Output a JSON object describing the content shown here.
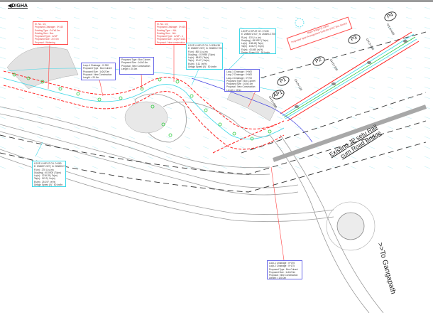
{
  "header": {
    "direction_label": "DIGHA",
    "direction_icon": "arrow-left-icon"
  },
  "structures": [
    {
      "id": "sl1",
      "lines": [
        "Sl. No.: 1/1",
        "Proposed Chainage : 0+140",
        "Existing Type : 2x7x5.0m",
        "Existing Size : Box",
        "Proposed Type : LVUP",
        "Proposed Size : 2x7.0m",
        "Proposal : Widening"
      ]
    },
    {
      "id": "sl2",
      "lines": [
        "Sl. No.: 1/2",
        "Proposed Chainage : 0+440.59",
        "Existing Type : -NA-",
        "Existing Size : -NA-",
        "Proposed Type : LVUP - 4",
        "Proposed Size : 1x(20+1x22.766)",
        "Proposal : New construction"
      ]
    }
  ],
  "culverts": [
    {
      "id": "c1",
      "lines": [
        "Loop-4 Chainage : 0+300",
        "Proposed Type : Box Culvert",
        "Proposed Size : 1x2x2.0m",
        "Proposal : New Construction",
        "Length = 20.0m"
      ]
    },
    {
      "id": "c2",
      "lines": [
        "Proposed Type : Box Culvert",
        "Proposed Size : 1x2x2.0m",
        "Proposal : New Construction",
        "Length = 20.0m"
      ]
    },
    {
      "id": "c3",
      "lines": [
        "Loop-1 Chainage : 0+600",
        "Loop-2 Chainage : 0+600",
        "Loop-4 Chainage : 0+700",
        "Proposed Type : Box Culvert",
        "Proposed Size : 1x2x2.0m",
        "Proposal : New Construction",
        "Length = 115m"
      ]
    },
    {
      "id": "c4",
      "lines": [
        "Loop-1 Chainage : 0+075",
        "Loop-2 Chainage : 0+175",
        "Proposed Type : Box Culvert",
        "Proposed Size : 1x2x2.0m",
        "Proposal : New Construction",
        "Length = 100.0m"
      ]
    }
  ],
  "curve_tables": [
    {
      "id": "t1",
      "lines": [
        "LOOP-4 HIP AT CH. 0+338.438",
        "E: 2086571.927 | N: 2636912.700",
        "R (m) : 800 | Ls (m)",
        "Dsc(deg) : 10.9950 | Ta(m)",
        "Lc(m) : 68.82 | Ts(m)",
        "Ta(m) : 10.47 | Xs(m)",
        "Es(m) : 5.11 | e(%)",
        "Design Speed (V) : 50 km/hr"
      ]
    },
    {
      "id": "t2",
      "lines": [
        "LOOP-4 HIP AT CH. 0+435",
        "E: 2086571.927 | N: 2636912.700",
        "R (m) : 120 | Ls (m)",
        "Dsc(deg) : 65.9997 | Ta(m)",
        "Lc(m) : 138.48 | Ts(m)",
        "Ta(m) : 103.27 | Xs(m)",
        "Es(m) : 43.845 | e(%)",
        "Design Speed (V) : 50 km/hr"
      ]
    },
    {
      "id": "t3",
      "lines": [
        "LOOP-4 HIP AT CH. 0+080",
        "E: 2086571.927 | N: 2636912.700",
        "R (m) : 270 | Ls (m)",
        "Dsc(deg) : 40.0000 | Ta(m)",
        "Lc(m) : 1216.25 | Ts(m)",
        "Ta(m) : 113.3 | Xs(m)",
        "Es(m) : 25.197 | e(%)",
        "Design Speed (V) : 50 km/hr"
      ]
    }
  ],
  "bridge_note": [
    "Major Bridge (2 Lane)",
    "Proposed Span Arrangement 5x40.0m (PSC Box Girder)"
  ],
  "piers": [
    {
      "label": "AP1",
      "chainage": "CH.0+080"
    },
    {
      "label": "P1",
      "chainage": "CH.0+120"
    },
    {
      "label": "P2",
      "chainage": "CH.0+200"
    },
    {
      "label": "P3",
      "chainage": "CH.0+300"
    },
    {
      "label": "P4",
      "chainage": "CH.0+400"
    }
  ],
  "existing_bridge": [
    "Existing JP setu  Rail",
    "cum Road Bridge"
  ],
  "destination": ">>To Gangapath",
  "colors": {
    "proposal_red": "#ff3030",
    "loop_cyan": "#3fd8e8",
    "culvert_blue": "#6a6ae8",
    "chainage_green": "#2ecc40",
    "road_grey": "#9a9a9a"
  }
}
